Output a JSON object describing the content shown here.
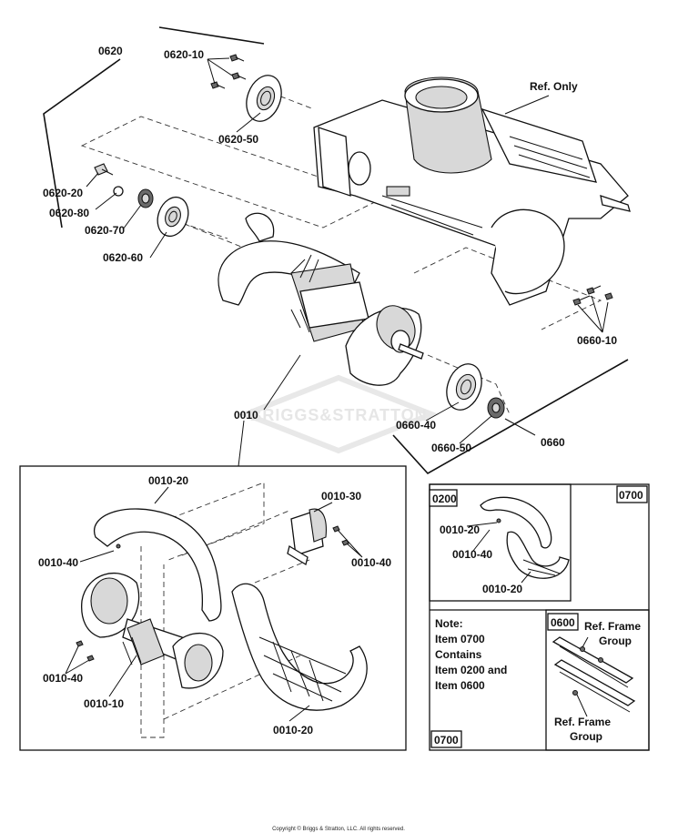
{
  "labels": {
    "l0620": "0620",
    "l0620_10": "0620-10",
    "l0620_50": "0620-50",
    "l0620_20": "0620-20",
    "l0620_80": "0620-80",
    "l0620_70": "0620-70",
    "l0620_60": "0620-60",
    "ref_only": "Ref. Only",
    "l0660_10": "0660-10",
    "l0010": "0010",
    "l0660_40": "0660-40",
    "l0660_50": "0660-50",
    "l0660": "0660",
    "l0010_20_top": "0010-20",
    "l0010_30": "0010-30",
    "l0010_40_left": "0010-40",
    "l0010_40_right": "0010-40",
    "l0010_40_bottom": "0010-40",
    "l0010_10": "0010-10",
    "l0010_20_bottom": "0010-20",
    "l0200": "0200",
    "l0700_top": "0700",
    "l0200_20a": "0010-20",
    "l0200_40": "0010-40",
    "l0200_20b": "0010-20",
    "l0600": "0600",
    "l0700_bottom": "0700"
  },
  "note": {
    "line1": "Note:",
    "line2": "Item 0700",
    "line3": "Contains",
    "line4": "Item 0200 and",
    "line5": "Item 0600"
  },
  "ref_frame": {
    "top_line1": "Ref. Frame",
    "top_line2": "Group",
    "bottom_line1": "Ref. Frame",
    "bottom_line2": "Group"
  },
  "watermark": "BRIGGS&STRATTON",
  "copyright": "Copyright © Briggs & Stratton, LLC. All rights reserved."
}
